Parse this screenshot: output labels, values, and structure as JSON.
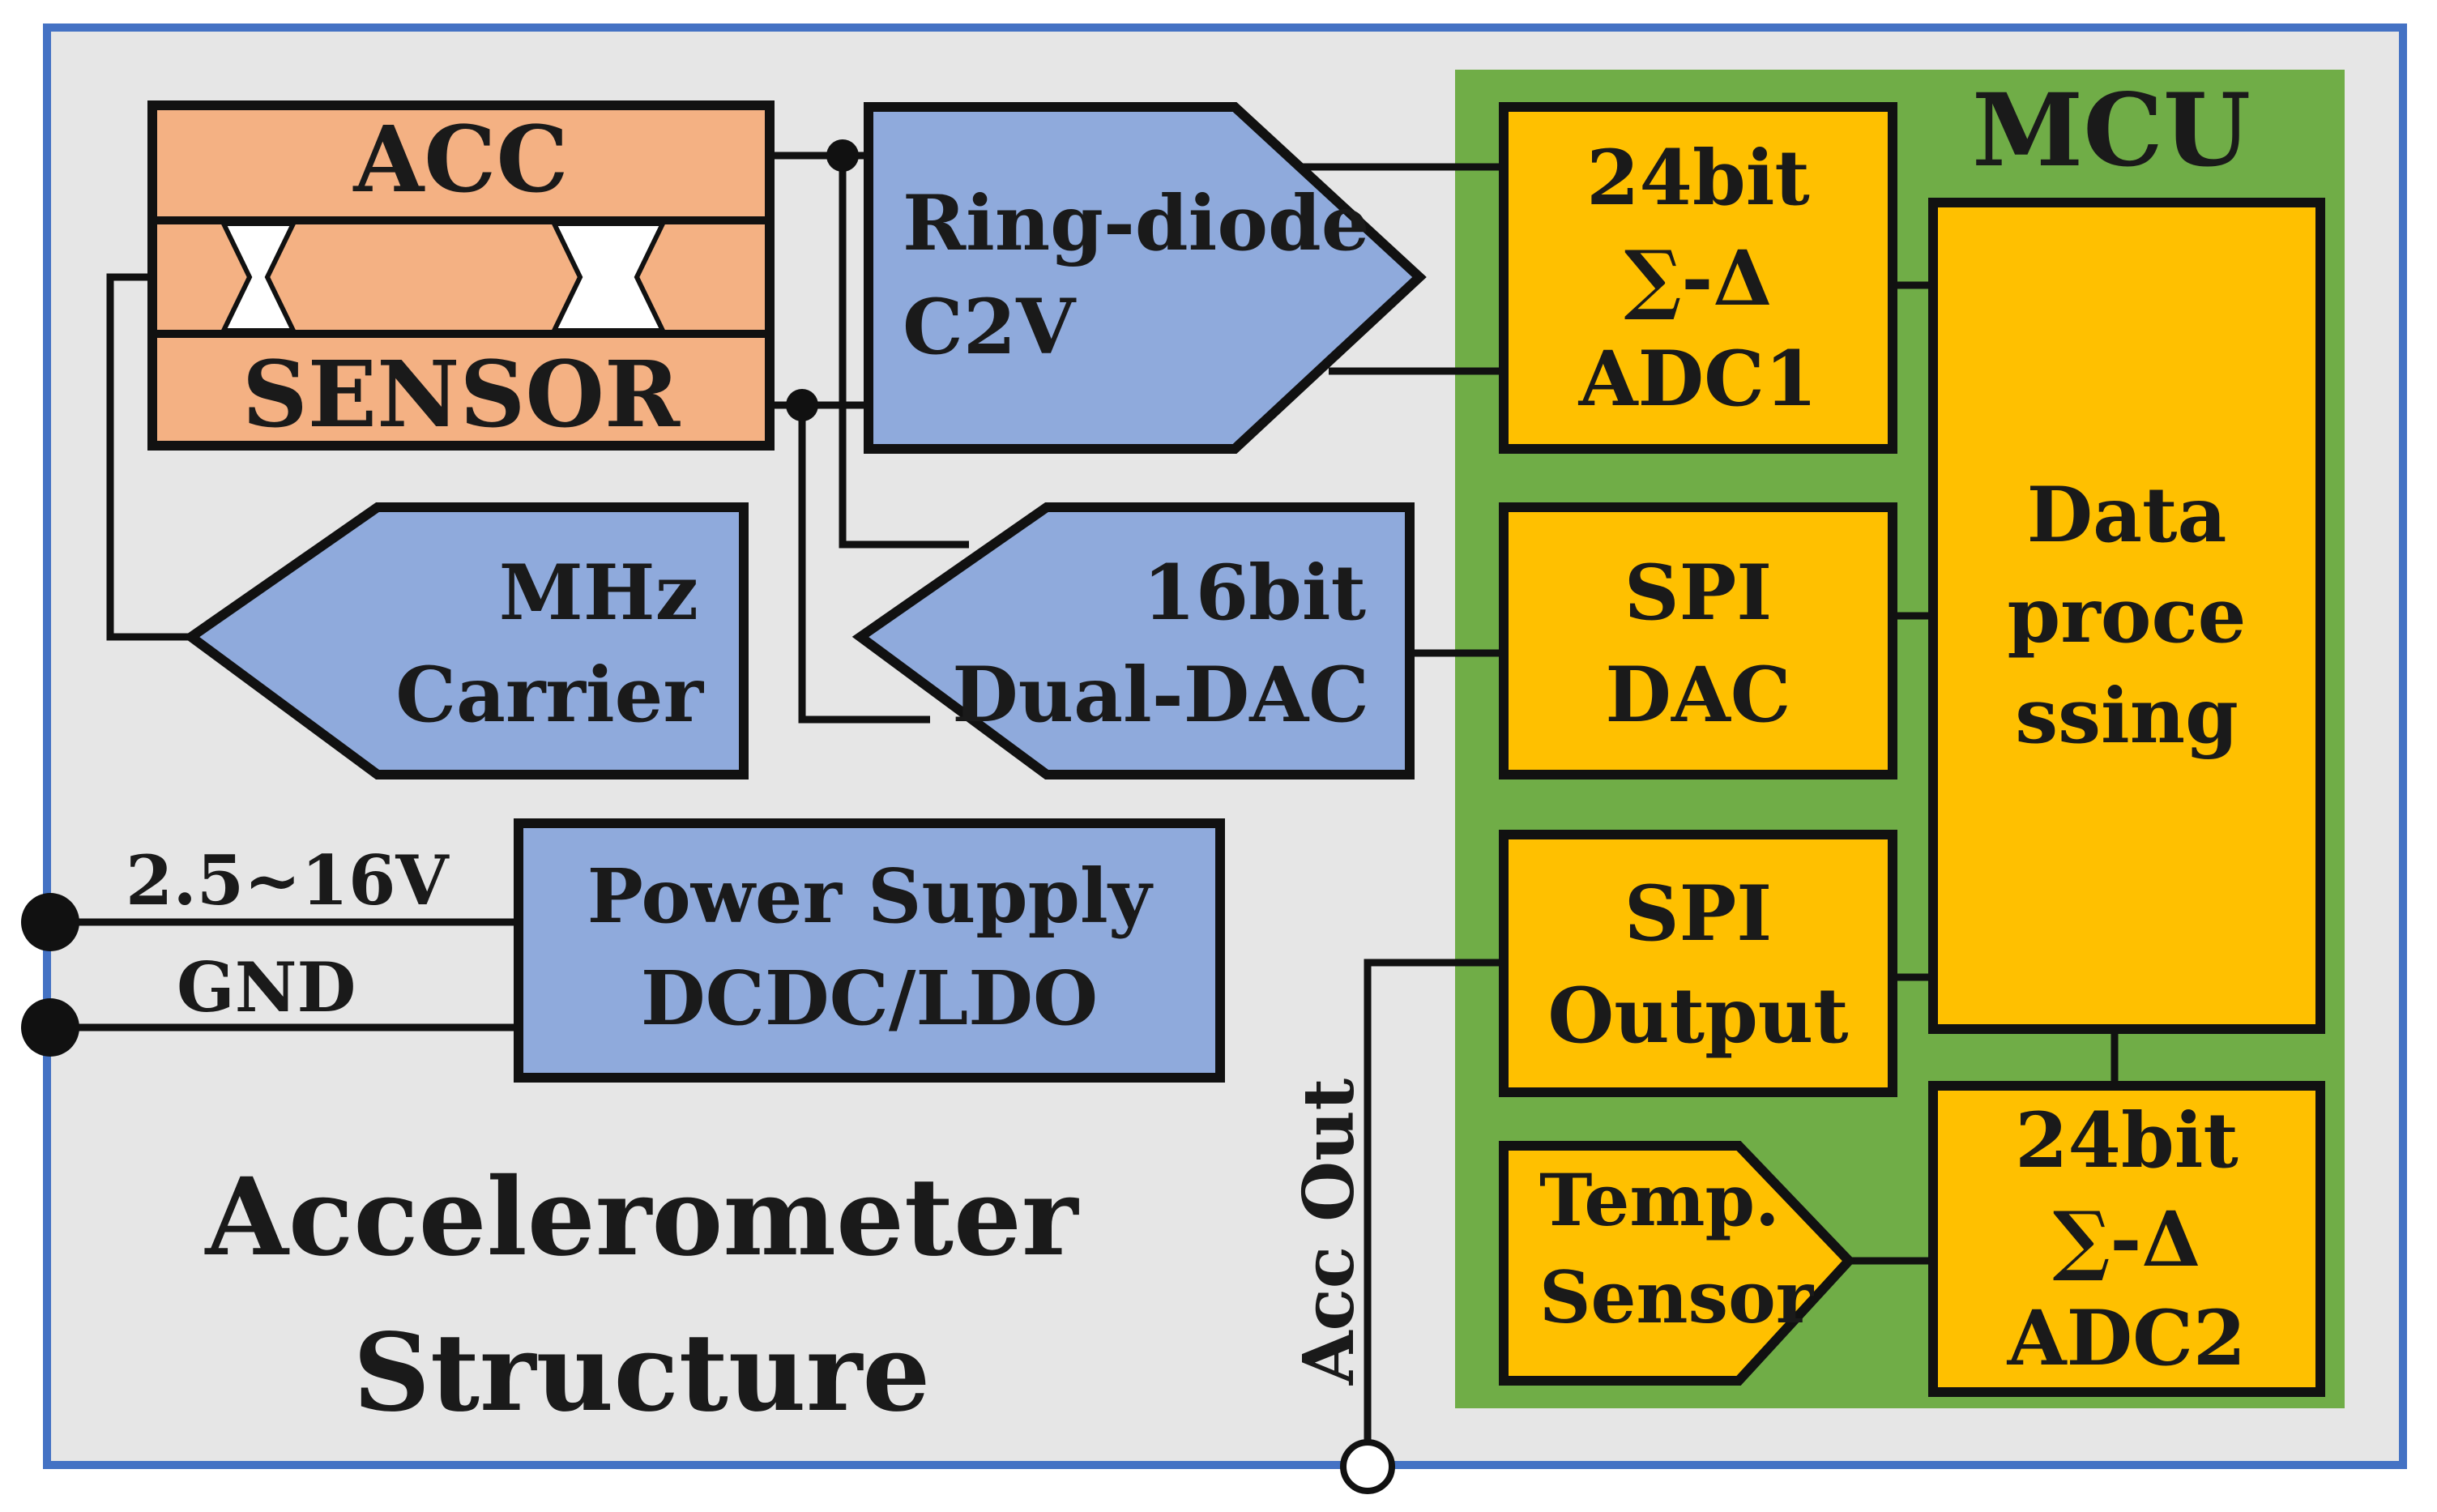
{
  "colors": {
    "outer_border": "#4472c4",
    "background": "#e6e6e6",
    "sensor": "#f4b183",
    "analog_block": "#8faadc",
    "mcu": "#70ad47",
    "digital_block": "#ffc000"
  },
  "sensor": {
    "top": "ACC",
    "bottom": "SENSOR"
  },
  "c2v": {
    "line1": "Ring-diode",
    "line2": "C2V"
  },
  "carrier": {
    "line1": "MHz",
    "line2": "Carrier"
  },
  "dac": {
    "line1": "16bit",
    "line2": "Dual-DAC"
  },
  "power": {
    "supply_label": "2.5~16V",
    "gnd_label": "GND",
    "line1": "Power Supply",
    "line2": "DCDC/LDO"
  },
  "mcu": {
    "title": "MCU",
    "adc1": {
      "line1": "24bit",
      "line2": "∑-Δ",
      "line3": "ADC1"
    },
    "spi_dac": {
      "line1": "SPI",
      "line2": "DAC"
    },
    "spi_out": {
      "line1": "SPI",
      "line2": "Output"
    },
    "data_proc": {
      "line1": "Data",
      "line2": "proce",
      "line3": "ssing"
    },
    "adc2": {
      "line1": "24bit",
      "line2": "∑-Δ",
      "line3": "ADC2"
    },
    "temp": {
      "line1": "Temp.",
      "line2": "Sensor"
    }
  },
  "acc_out": "Acc Out",
  "structure": {
    "line1": "Accelerometer",
    "line2": "Structure"
  }
}
